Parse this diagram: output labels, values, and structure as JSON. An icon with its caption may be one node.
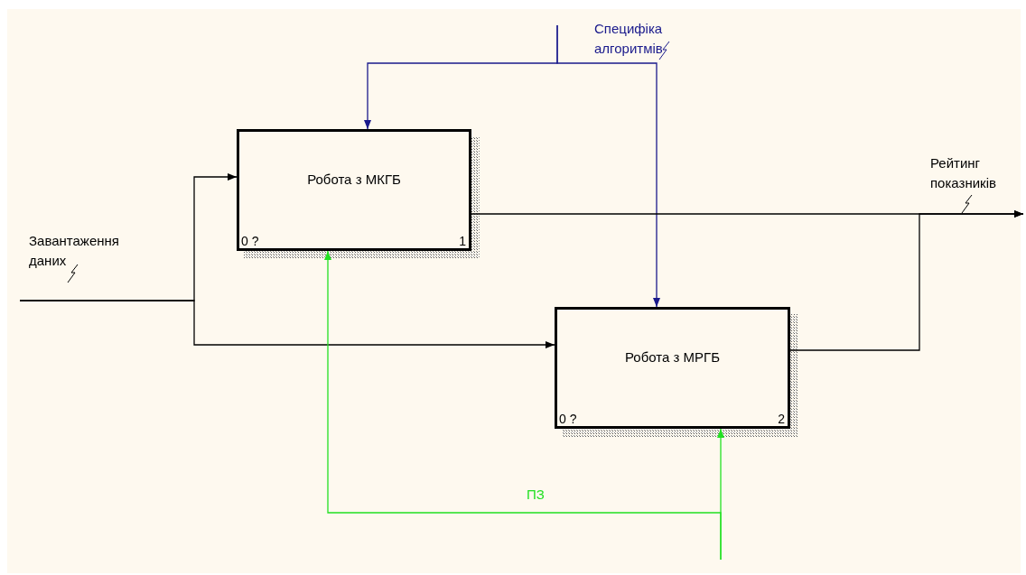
{
  "diagram": {
    "nodes": [
      {
        "text": [
          "Робота з МКГБ",
          "0 ?",
          "1"
        ]
      },
      {
        "text": [
          "Робота з МРГБ",
          "0 ?",
          "2"
        ]
      }
    ],
    "edges": [
      {
        "from": null,
        "to": 0,
        "arrow": "to",
        "label": "Завантаження даних"
      },
      {
        "from": null,
        "to": 1,
        "arrow": "to"
      },
      {
        "from": null,
        "to": 0,
        "arrow": "to",
        "color": "#1a1a8c"
      },
      {
        "from": null,
        "to": 1,
        "arrow": "to",
        "label": "Специфіка алгоритмів",
        "color": "#1a1a8c"
      },
      {
        "from": 0,
        "to": null,
        "arrow": "to",
        "label": "Рейтинг показників"
      },
      {
        "from": 1,
        "to": null,
        "arrow": "to"
      },
      {
        "from": null,
        "to": 0,
        "arrow": "to",
        "label": "ПЗ",
        "color": "#22e022"
      },
      {
        "from": null,
        "to": 1,
        "arrow": "to",
        "color": "#22e022"
      }
    ]
  }
}
